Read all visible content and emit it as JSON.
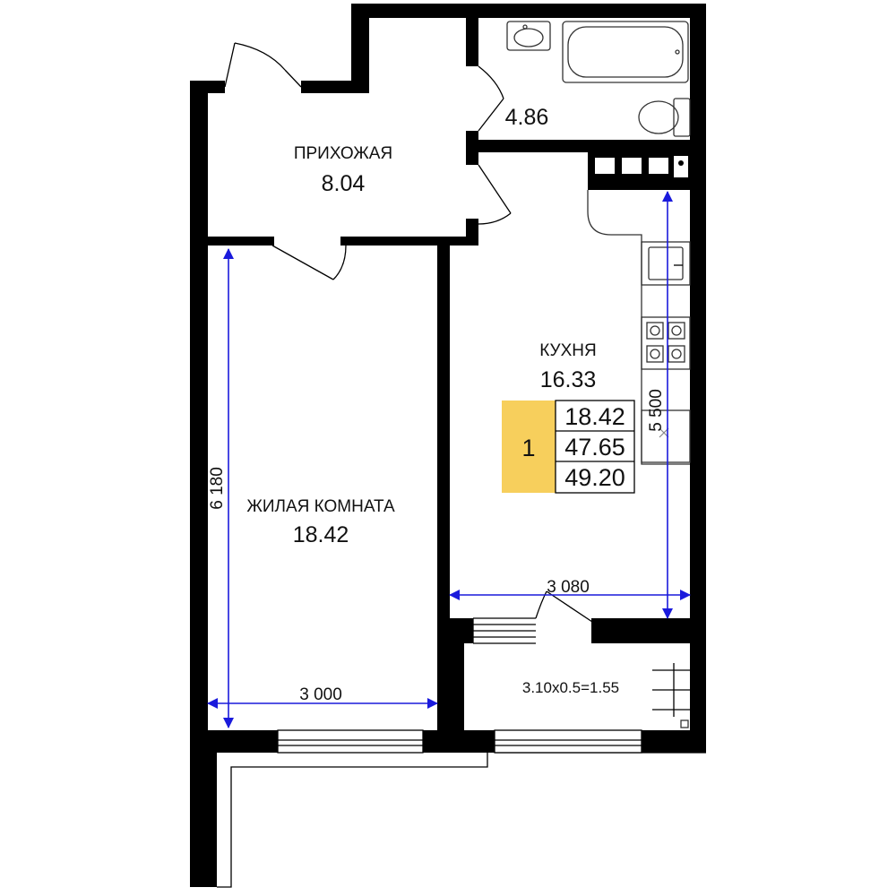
{
  "rooms": {
    "hallway": {
      "name": "ПРИХОЖАЯ",
      "area": "8.04"
    },
    "bathroom": {
      "area": "4.86"
    },
    "kitchen": {
      "name": "КУХНЯ",
      "area": "16.33"
    },
    "living": {
      "name": "ЖИЛАЯ КОМНАТА",
      "area": "18.42"
    },
    "balcony": {
      "formula": "3.10x0.5=1.55"
    }
  },
  "dimensions": {
    "living_height": "6 180",
    "living_width": "3 000",
    "kitchen_height": "5 500",
    "kitchen_width": "3 080"
  },
  "summary": {
    "rooms_count": "1",
    "living_area": "18.42",
    "total_area": "47.65",
    "total_with_balcony": "49.20"
  },
  "colors": {
    "walls": "#000000",
    "dimension_lines": "#1a1adc",
    "summary_badge": "#f7cf5c"
  }
}
